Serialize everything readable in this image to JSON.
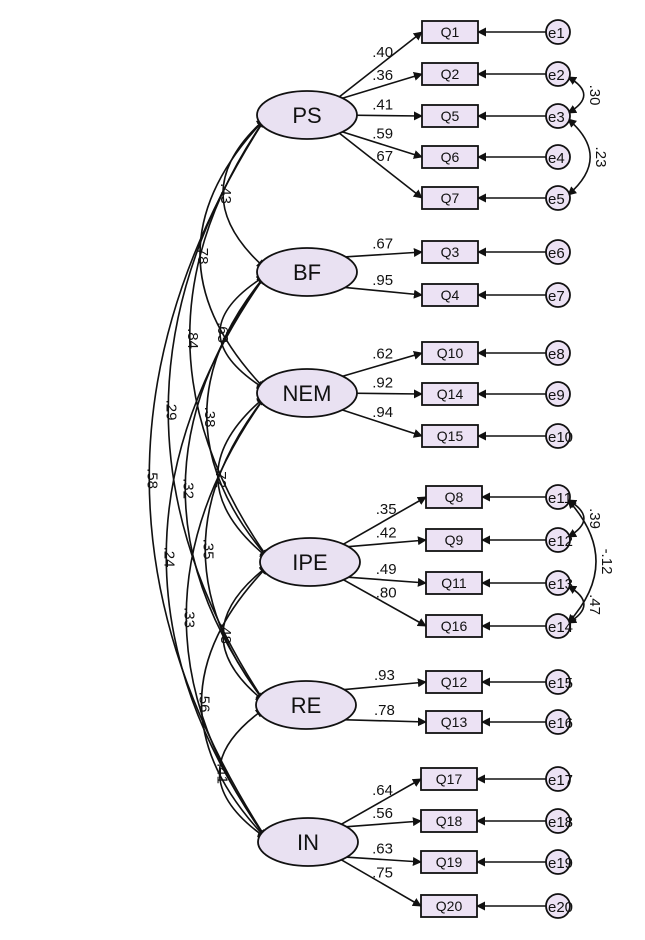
{
  "colors": {
    "latent_fill": "#e9e1f2",
    "box_fill": "#ece2f4",
    "error_fill": "#ece2f4",
    "stroke": "#111111"
  },
  "latents": [
    {
      "id": "PS",
      "label": "PS"
    },
    {
      "id": "BF",
      "label": "BF"
    },
    {
      "id": "NEM",
      "label": "NEM"
    },
    {
      "id": "IPE",
      "label": "IPE"
    },
    {
      "id": "RE",
      "label": "RE"
    },
    {
      "id": "IN",
      "label": "IN"
    }
  ],
  "indicators": [
    {
      "label": "Q1",
      "latent": "PS",
      "loading": ".40",
      "error": "e1"
    },
    {
      "label": "Q2",
      "latent": "PS",
      "loading": ".36",
      "error": "e2"
    },
    {
      "label": "Q5",
      "latent": "PS",
      "loading": ".41",
      "error": "e3"
    },
    {
      "label": "Q6",
      "latent": "PS",
      "loading": ".59",
      "error": "e4"
    },
    {
      "label": "Q7",
      "latent": "PS",
      "loading": ".67",
      "error": "e5"
    },
    {
      "label": "Q3",
      "latent": "BF",
      "loading": ".67",
      "error": "e6"
    },
    {
      "label": "Q4",
      "latent": "BF",
      "loading": ".95",
      "error": "e7"
    },
    {
      "label": "Q10",
      "latent": "NEM",
      "loading": ".62",
      "error": "e8"
    },
    {
      "label": "Q14",
      "latent": "NEM",
      "loading": ".92",
      "error": "e9"
    },
    {
      "label": "Q15",
      "latent": "NEM",
      "loading": ".94",
      "error": "e10"
    },
    {
      "label": "Q8",
      "latent": "IPE",
      "loading": ".35",
      "error": "e11"
    },
    {
      "label": "Q9",
      "latent": "IPE",
      "loading": ".42",
      "error": "e12"
    },
    {
      "label": "Q11",
      "latent": "IPE",
      "loading": ".49",
      "error": "e13"
    },
    {
      "label": "Q16",
      "latent": "IPE",
      "loading": ".80",
      "error": "e14"
    },
    {
      "label": "Q12",
      "latent": "RE",
      "loading": ".93",
      "error": "e15"
    },
    {
      "label": "Q13",
      "latent": "RE",
      "loading": ".78",
      "error": "e16"
    },
    {
      "label": "Q17",
      "latent": "IN",
      "loading": ".64",
      "error": "e17"
    },
    {
      "label": "Q18",
      "latent": "IN",
      "loading": ".56",
      "error": "e18"
    },
    {
      "label": "Q19",
      "latent": "IN",
      "loading": ".63",
      "error": "e19"
    },
    {
      "label": "Q20",
      "latent": "IN",
      "loading": ".75",
      "error": "e20"
    }
  ],
  "latent_correlations": [
    {
      "from": "PS",
      "to": "BF",
      "label": ".43"
    },
    {
      "from": "BF",
      "to": "NEM",
      "label": ".63"
    },
    {
      "from": "NEM",
      "to": "IPE",
      "label": ".72"
    },
    {
      "from": "IPE",
      "to": "RE",
      "label": ".48"
    },
    {
      "from": "RE",
      "to": "IN",
      "label": ".41"
    },
    {
      "from": "PS",
      "to": "NEM",
      "label": ".78"
    },
    {
      "from": "PS",
      "to": "IPE",
      "label": ".84"
    },
    {
      "from": "PS",
      "to": "RE",
      "label": ".29"
    },
    {
      "from": "PS",
      "to": "IN",
      "label": ".58"
    },
    {
      "from": "BF",
      "to": "IPE",
      "label": ".38"
    },
    {
      "from": "BF",
      "to": "RE",
      "label": ".32"
    },
    {
      "from": "BF",
      "to": "IN",
      "label": ".24"
    },
    {
      "from": "NEM",
      "to": "RE",
      "label": ".35"
    },
    {
      "from": "NEM",
      "to": "IN",
      "label": ".33"
    },
    {
      "from": "IPE",
      "to": "IN",
      "label": ".56"
    }
  ],
  "error_correlations": [
    {
      "from": "e2",
      "to": "e3",
      "label": ".30"
    },
    {
      "from": "e3",
      "to": "e5",
      "label": ".23"
    },
    {
      "from": "e11",
      "to": "e12",
      "label": ".39"
    },
    {
      "from": "e11",
      "to": "e14",
      "label": "-.12"
    },
    {
      "from": "e13",
      "to": "e14",
      "label": ".47"
    }
  ]
}
